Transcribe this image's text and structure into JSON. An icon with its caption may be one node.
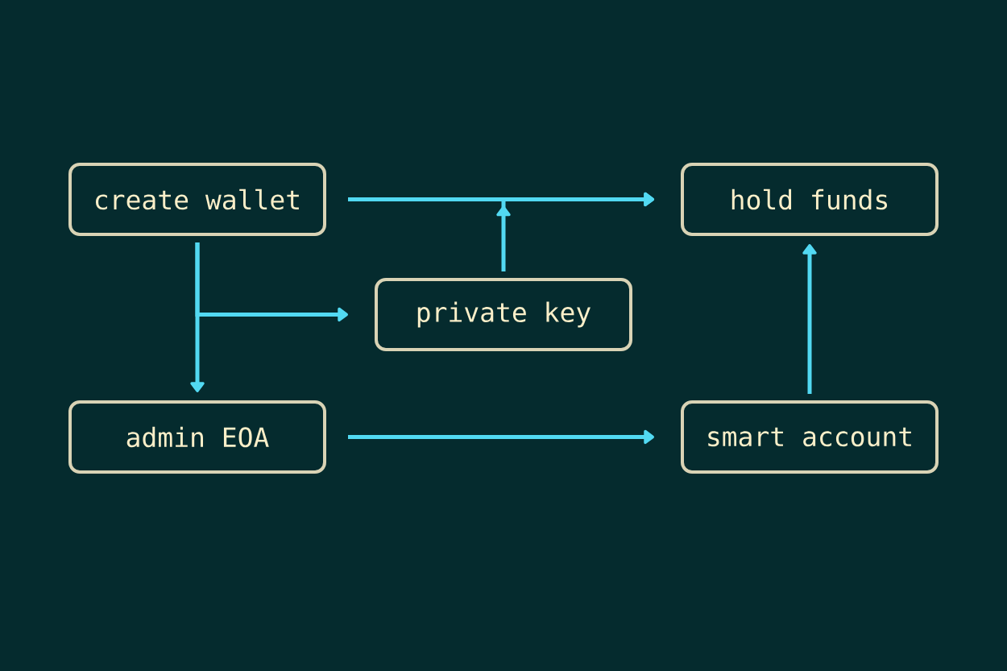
{
  "diagram": {
    "nodes": [
      {
        "text": [
          "create wallet"
        ]
      },
      {
        "text": [
          "hold funds"
        ]
      },
      {
        "text": [
          "private key"
        ]
      },
      {
        "text": [
          "admin EOA"
        ]
      },
      {
        "text": [
          "smart account"
        ]
      }
    ],
    "edges": [
      {
        "from": 0,
        "to": 1,
        "arrow": "to"
      },
      {
        "from": 0,
        "to": 3,
        "arrow": "to"
      },
      {
        "from": 0,
        "to": 2,
        "arrow": "to"
      },
      {
        "from": 2,
        "to": 1,
        "arrow": "to"
      },
      {
        "from": 3,
        "to": 4,
        "arrow": "to"
      },
      {
        "from": 4,
        "to": 1,
        "arrow": "to"
      }
    ]
  }
}
